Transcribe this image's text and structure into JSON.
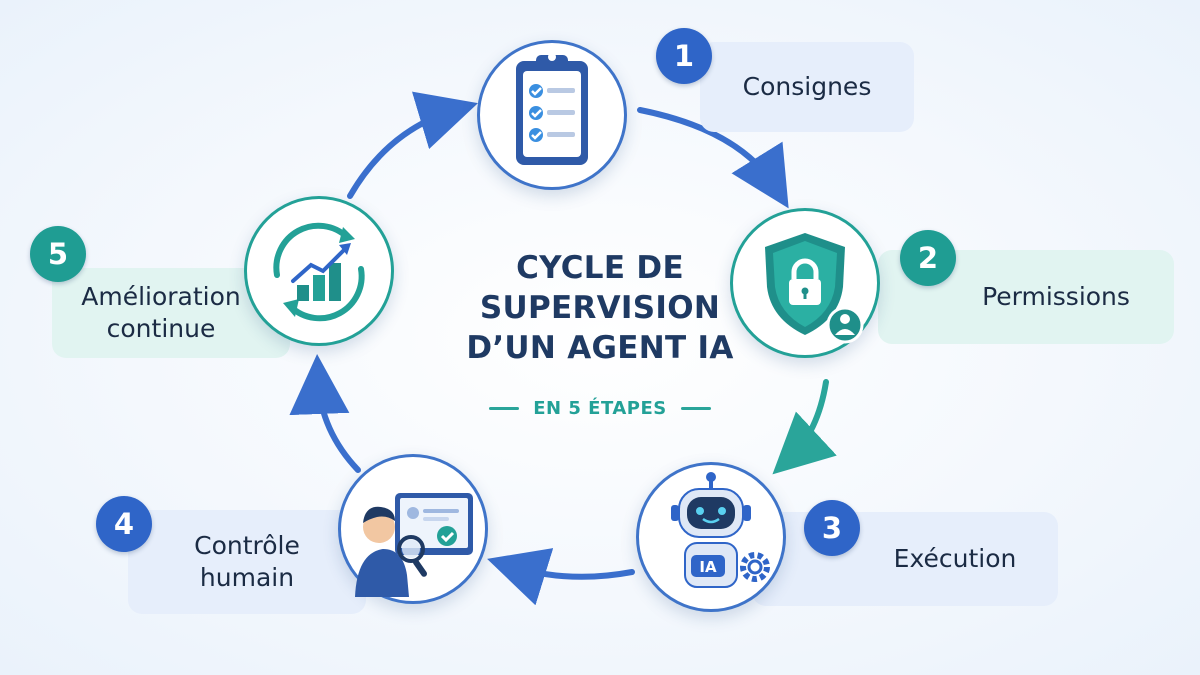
{
  "title": {
    "lines": [
      "CYCLE DE",
      "SUPERVISION",
      "D’UN AGENT IA"
    ],
    "subtitle": "EN 5 ÉTAPES"
  },
  "steps": [
    {
      "number": "1",
      "label_lines": [
        "Consignes"
      ],
      "icon": "clipboard-checklist-icon",
      "color": "#2f65c8"
    },
    {
      "number": "2",
      "label_lines": [
        "Permissions"
      ],
      "icon": "shield-lock-user-icon",
      "color": "#1f9d93"
    },
    {
      "number": "3",
      "label_lines": [
        "Exécution"
      ],
      "icon": "robot-ia-gear-icon",
      "color": "#2f65c8",
      "icon_text": "IA"
    },
    {
      "number": "4",
      "label_lines": [
        "Contrôle",
        "humain"
      ],
      "icon": "human-review-screen-icon",
      "color": "#2f65c8"
    },
    {
      "number": "5",
      "label_lines": [
        "Amélioration",
        "continue"
      ],
      "icon": "growth-cycle-chart-icon",
      "color": "#1f9d93"
    }
  ],
  "colors": {
    "blue": "#2f65c8",
    "teal": "#1f9d93",
    "title": "#1f3a63",
    "blue_pill": "#e6eefb",
    "teal_pill": "#e1f4f1"
  }
}
